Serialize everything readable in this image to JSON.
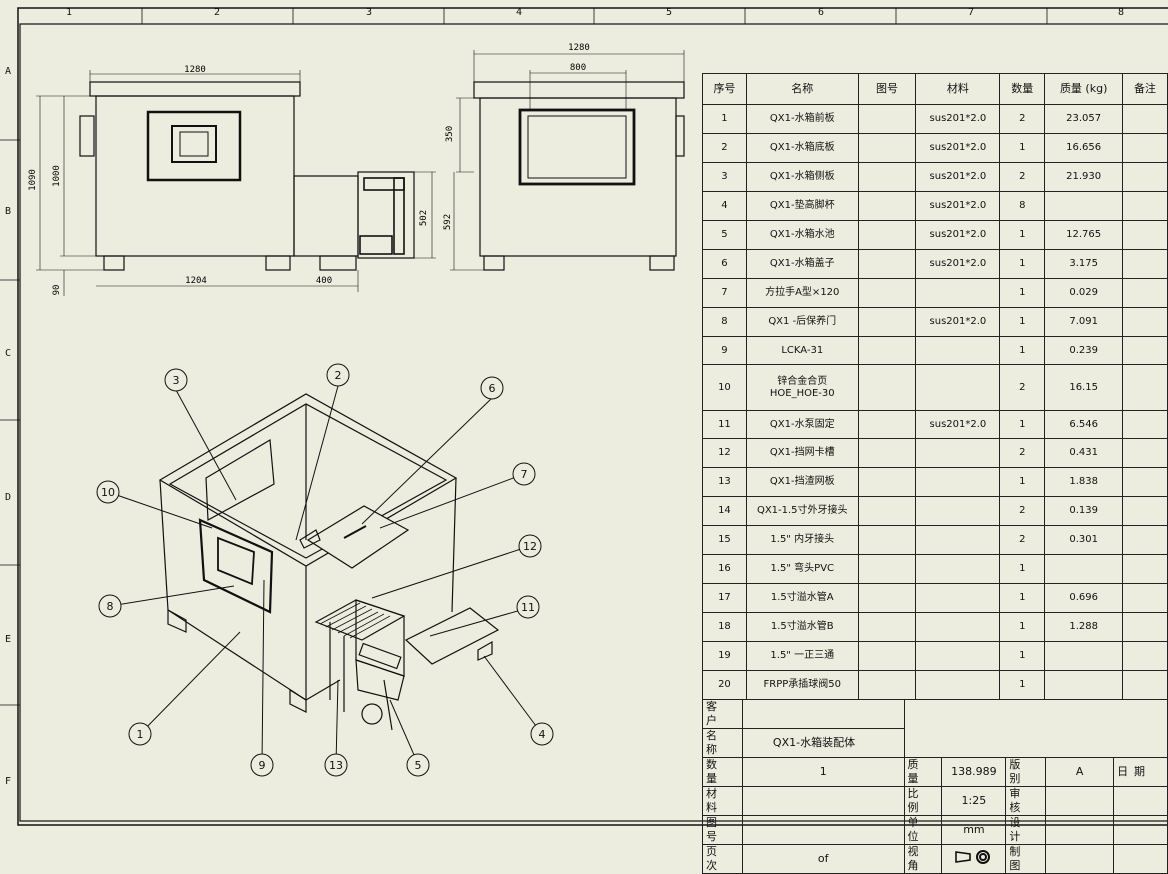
{
  "border": {
    "columns": [
      "1",
      "2",
      "3",
      "4",
      "5",
      "6",
      "7",
      "8"
    ],
    "rows": [
      "A",
      "B",
      "C",
      "D",
      "E",
      "F"
    ]
  },
  "front_view": {
    "width_top": "1280",
    "height_total": "1090",
    "height_body": "1000",
    "foot_height": "90",
    "width_bottom": "1204",
    "box_width": "400"
  },
  "side_view": {
    "width_top": "1280",
    "window_width": "800",
    "upper_height": "350",
    "lower_height": "592",
    "box_height": "502"
  },
  "balloons": [
    "1",
    "2",
    "3",
    "4",
    "5",
    "6",
    "7",
    "8",
    "9",
    "10",
    "11",
    "12",
    "13"
  ],
  "bom": {
    "headers": [
      "序号",
      "名称",
      "图号",
      "材料",
      "数量",
      "质量 (kg)",
      "备注"
    ],
    "rows": [
      [
        "1",
        "QX1-水箱前板",
        "",
        "sus201*2.0",
        "2",
        "23.057",
        ""
      ],
      [
        "2",
        "QX1-水箱底板",
        "",
        "sus201*2.0",
        "1",
        "16.656",
        ""
      ],
      [
        "3",
        "QX1-水箱侧板",
        "",
        "sus201*2.0",
        "2",
        "21.930",
        ""
      ],
      [
        "4",
        "QX1-垫高脚杯",
        "",
        "sus201*2.0",
        "8",
        "",
        ""
      ],
      [
        "5",
        "QX1-水箱水池",
        "",
        "sus201*2.0",
        "1",
        "12.765",
        ""
      ],
      [
        "6",
        "QX1-水箱盖子",
        "",
        "sus201*2.0",
        "1",
        "3.175",
        ""
      ],
      [
        "7",
        "方拉手A型×120",
        "",
        "",
        "1",
        "0.029",
        ""
      ],
      [
        "8",
        "QX1 -后保养门",
        "",
        "sus201*2.0",
        "1",
        "7.091",
        ""
      ],
      [
        "9",
        "LCKA-31",
        "",
        "",
        "1",
        "0.239",
        ""
      ],
      [
        "10",
        "锌合金合页\nHOE_HOE-30",
        "",
        "",
        "2",
        "16.15",
        ""
      ],
      [
        "11",
        "QX1-水泵固定",
        "",
        "sus201*2.0",
        "1",
        "6.546",
        ""
      ],
      [
        "12",
        "QX1-挡网卡槽",
        "",
        "",
        "2",
        "0.431",
        ""
      ],
      [
        "13",
        "QX1-挡渣网板",
        "",
        "",
        "1",
        "1.838",
        ""
      ],
      [
        "14",
        "QX1-1.5寸外牙接头",
        "",
        "",
        "2",
        "0.139",
        ""
      ],
      [
        "15",
        "1.5\" 内牙接头",
        "",
        "",
        "2",
        "0.301",
        ""
      ],
      [
        "16",
        "1.5\" 弯头PVC",
        "",
        "",
        "1",
        "",
        ""
      ],
      [
        "17",
        "1.5寸溢水管A",
        "",
        "",
        "1",
        "0.696",
        ""
      ],
      [
        "18",
        "1.5寸溢水管B",
        "",
        "",
        "1",
        "1.288",
        ""
      ],
      [
        "19",
        "1.5\" 一正三通",
        "",
        "",
        "1",
        "",
        ""
      ],
      [
        "20",
        "FRPP承插球阀50",
        "",
        "",
        "1",
        "",
        ""
      ]
    ]
  },
  "title_block": {
    "customer_label": "客户",
    "name_label": "名称",
    "name_value": "QX1-水箱装配体",
    "qty_label": "数量",
    "qty_value": "1",
    "material_label": "材料",
    "drawing_no_label": "图号",
    "page_label": "页次",
    "page_value": "of",
    "mass_label": "质量",
    "mass_value": "138.989",
    "scale_label": "比例",
    "scale_value": "1:25",
    "unit_label": "单位",
    "unit_value": "mm",
    "view_label": "视角",
    "version_label": "版别",
    "version_value": "A",
    "review_label": "审核",
    "design_label": "设计",
    "draw_label": "制图",
    "date_label": "日期"
  }
}
